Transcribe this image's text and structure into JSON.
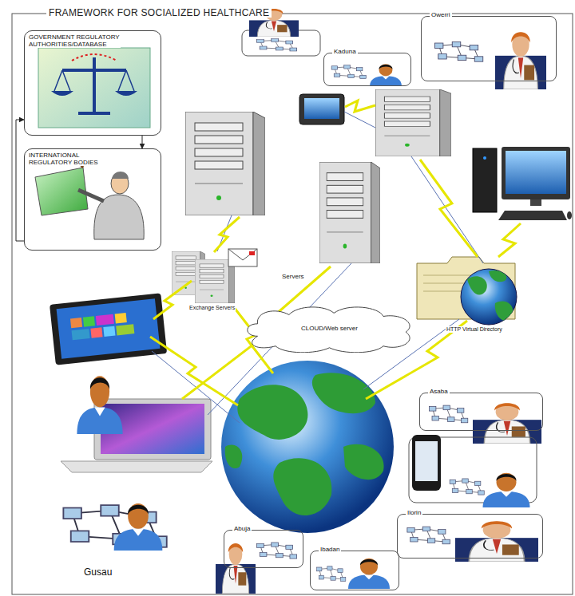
{
  "diagram": {
    "title": "FRAMEWORK FOR SOCIALIZED HEALTHCARE",
    "nodes": [
      {
        "text": [
          "GOVERNMENT REGULATORY AUTHORITIES/DATABASE"
        ]
      },
      {
        "text": [
          "Kaduna"
        ]
      },
      {
        "text": [
          "Owerri"
        ]
      },
      {
        "text": [
          "INTERNATIONAL REGULATORY BODIES"
        ]
      },
      {
        "text": [
          "CLOUD/Web server"
        ]
      },
      {
        "text": [
          "Asaba"
        ]
      },
      {
        "text": [
          "Ilorin"
        ]
      },
      {
        "text": [
          "Abuja"
        ]
      },
      {
        "text": [
          "Ibadan"
        ]
      }
    ],
    "edges": [
      {
        "from": 0,
        "to": 3,
        "arrow": "to"
      },
      {
        "from": 3,
        "to": 0,
        "arrow": "to"
      }
    ],
    "labels": [
      "Servers",
      "Exchange Servers",
      "HTTP Virtual Directory",
      "Gusau"
    ]
  }
}
